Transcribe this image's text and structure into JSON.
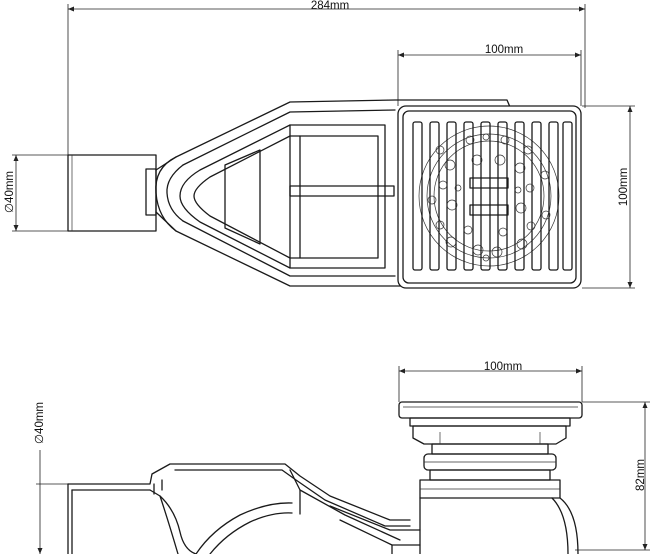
{
  "dimensions": {
    "overall_length": "284mm",
    "grate_width_top": "100mm",
    "grate_height_side": "100mm",
    "outlet_diameter_top": "40mm",
    "grate_width_side": "100mm",
    "outlet_diameter_side": "40mm",
    "body_height": "82mm",
    "diameter_symbol": "∅"
  }
}
